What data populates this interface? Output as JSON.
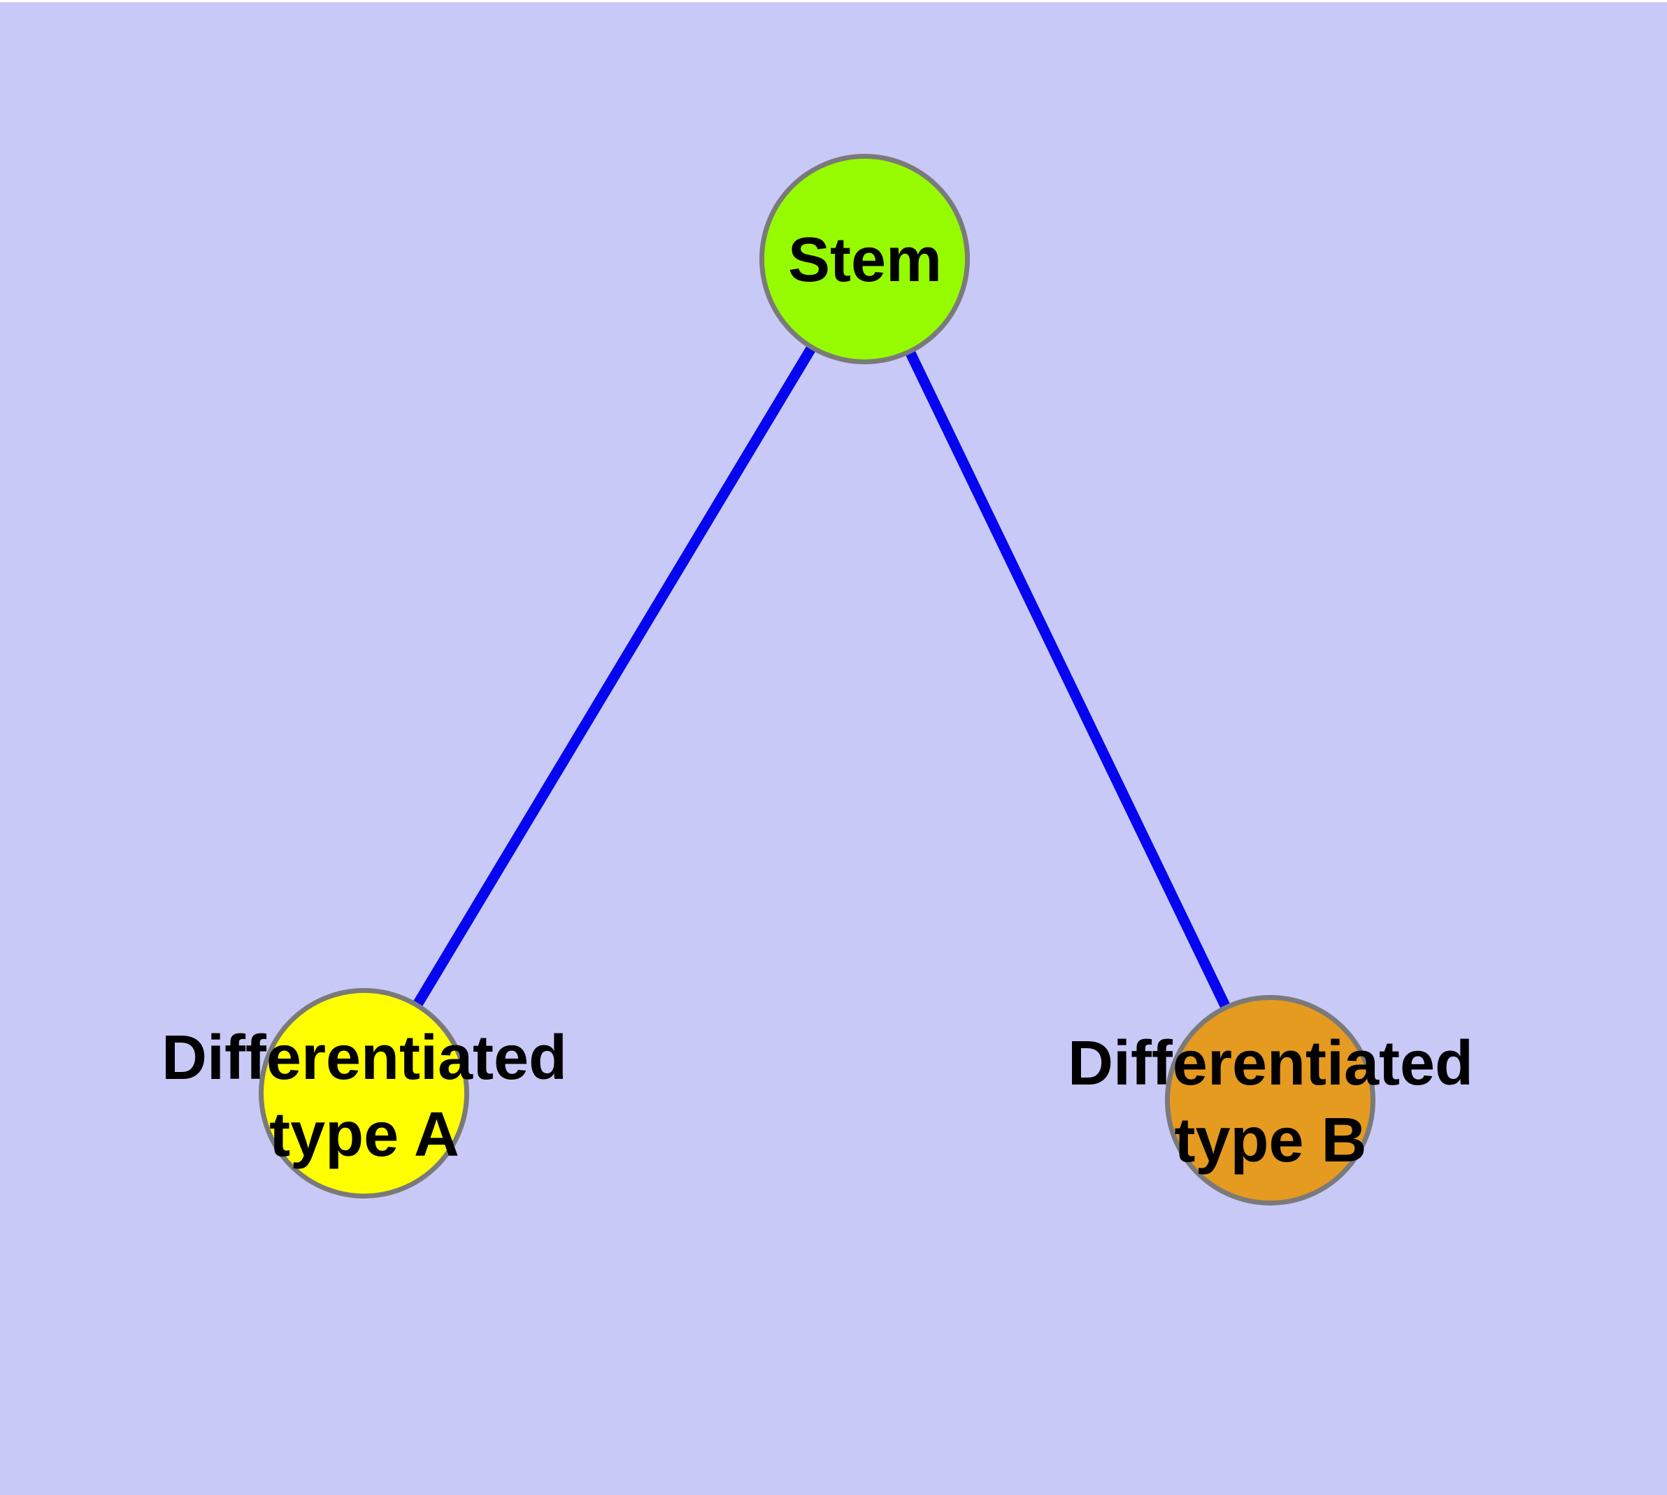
{
  "diagram": {
    "background_color": "#c9c9f8",
    "top_strip_color": "#ffffff",
    "edge_color": "#0505f0",
    "node_border_color": "#7a7a7a",
    "nodes": {
      "stem": {
        "label": "Stem",
        "fill": "#97fb00"
      },
      "type_a": {
        "label_line1": "Differentiated",
        "label_line2": "type A",
        "fill": "#ffff00"
      },
      "type_b": {
        "label_line1": "Differentiated",
        "label_line2": "type B",
        "fill": "#e59a20"
      }
    },
    "edges": [
      {
        "from": "Stem",
        "to": "Differentiated type A"
      },
      {
        "from": "Stem",
        "to": "Differentiated type B"
      }
    ]
  }
}
